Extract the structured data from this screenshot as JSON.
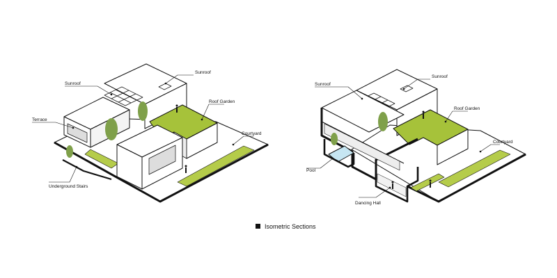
{
  "colors": {
    "roof_garden": "#a6c23a",
    "grass": "#b5cc4a",
    "pool": "#c6e6f2",
    "line": "#111111",
    "wall": "#ffffff",
    "shade": "#dddddd",
    "tree": "#7fa04a"
  },
  "left_diagram": {
    "labels": {
      "sunroof_top": "Sunroof",
      "sunroof_left": "Sunroof",
      "roof_garden": "Roof Garden",
      "terrace": "Terrace",
      "courtyard": "Courtyard",
      "underground_stairs": "Underground Stairs"
    }
  },
  "right_diagram": {
    "labels": {
      "sunroof_left": "Sunroof",
      "sunroof_right": "Sunroof",
      "roof_garden": "Roof Garden",
      "courtyard": "Courtyard",
      "pool": "Pool",
      "dancing_hall": "Dancing Hall"
    }
  },
  "caption": "Isometric Sections"
}
